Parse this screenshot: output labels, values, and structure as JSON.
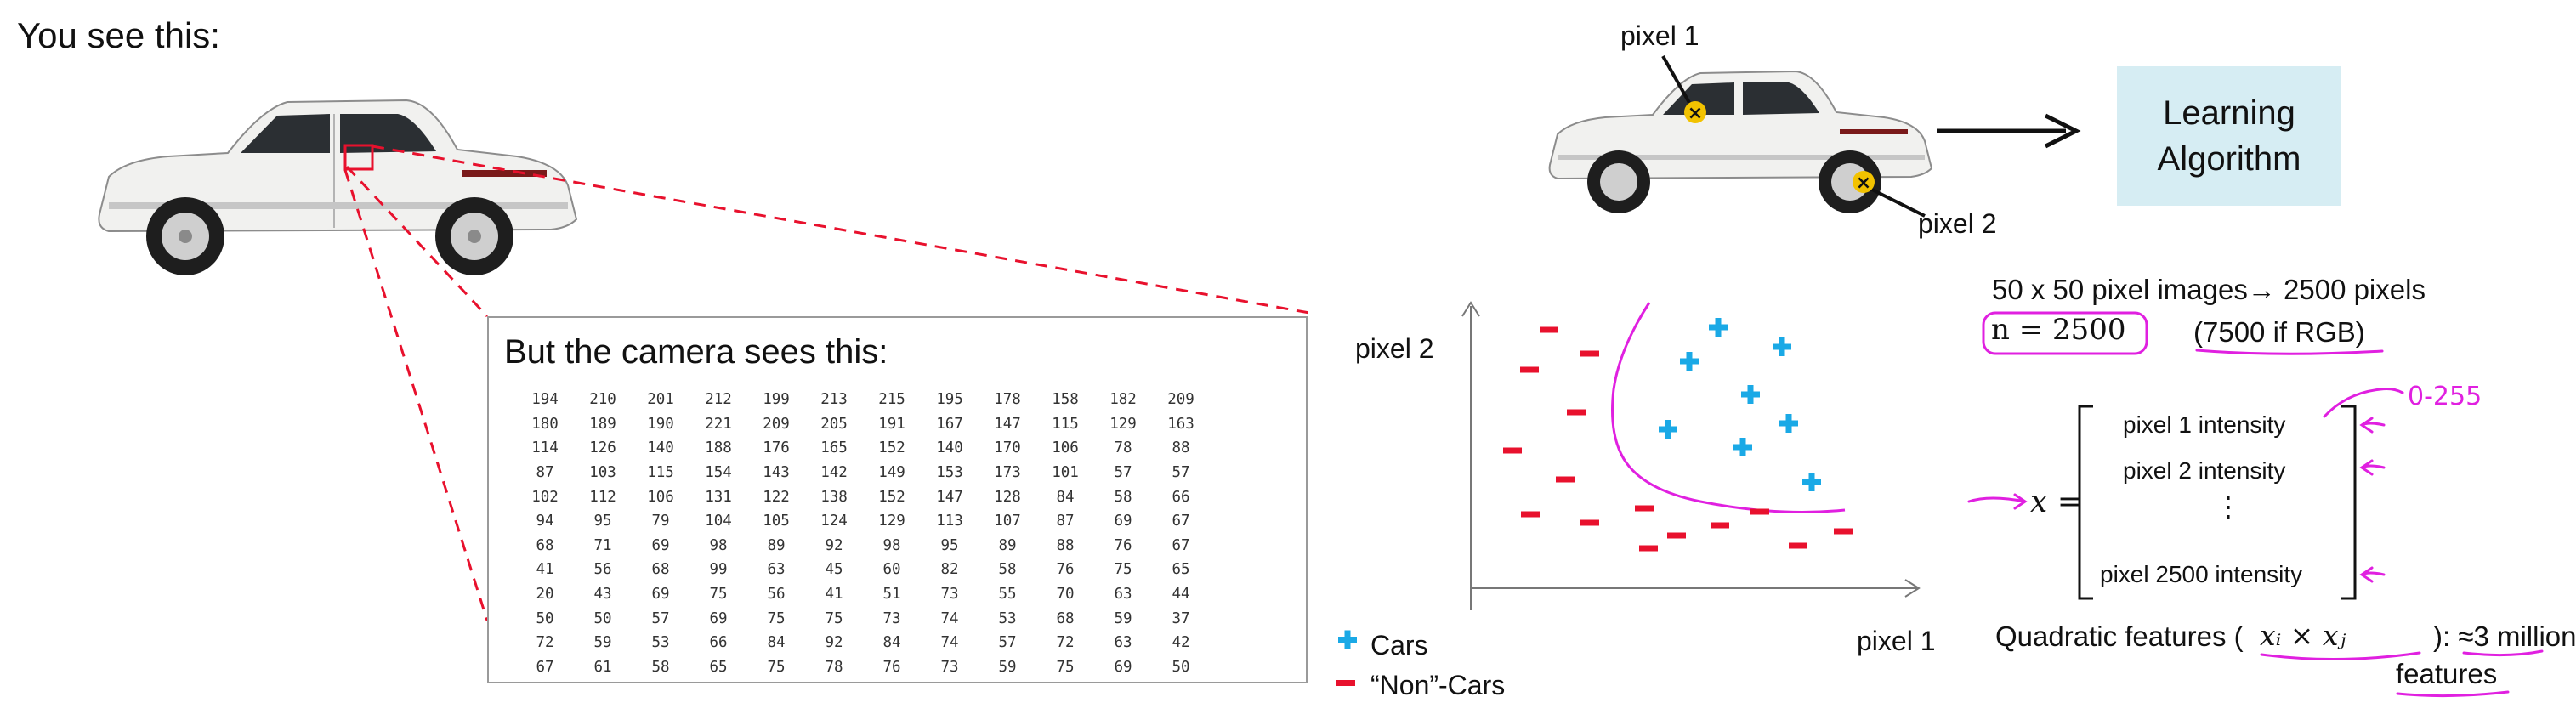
{
  "left": {
    "heading": "You see this:",
    "camera_title": "But the camera sees this:",
    "pixel_grid": [
      [
        194,
        210,
        201,
        212,
        199,
        213,
        215,
        195,
        178,
        158,
        182,
        209
      ],
      [
        180,
        189,
        190,
        221,
        209,
        205,
        191,
        167,
        147,
        115,
        129,
        163
      ],
      [
        114,
        126,
        140,
        188,
        176,
        165,
        152,
        140,
        170,
        106,
        78,
        88
      ],
      [
        87,
        103,
        115,
        154,
        143,
        142,
        149,
        153,
        173,
        101,
        57,
        57
      ],
      [
        102,
        112,
        106,
        131,
        122,
        138,
        152,
        147,
        128,
        84,
        58,
        66
      ],
      [
        94,
        95,
        79,
        104,
        105,
        124,
        129,
        113,
        107,
        87,
        69,
        67
      ],
      [
        68,
        71,
        69,
        98,
        89,
        92,
        98,
        95,
        89,
        88,
        76,
        67
      ],
      [
        41,
        56,
        68,
        99,
        63,
        45,
        60,
        82,
        58,
        76,
        75,
        65
      ],
      [
        20,
        43,
        69,
        75,
        56,
        41,
        51,
        73,
        55,
        70,
        63,
        44
      ],
      [
        50,
        50,
        57,
        69,
        75,
        75,
        73,
        74,
        53,
        68,
        59,
        37
      ],
      [
        72,
        59,
        53,
        66,
        84,
        92,
        84,
        74,
        57,
        72,
        63,
        42
      ],
      [
        67,
        61,
        58,
        65,
        75,
        78,
        76,
        73,
        59,
        75,
        69,
        50
      ]
    ]
  },
  "top_right": {
    "pixel1_label": "pixel 1",
    "pixel2_label": "pixel 2",
    "algorithm_box": "Learning\nAlgorithm"
  },
  "scatter": {
    "xlabel": "pixel 1",
    "ylabel": "pixel 2",
    "legend": {
      "cars": "Cars",
      "noncars": "“Non”-Cars"
    },
    "colors": {
      "cars": "#1aa9e6",
      "noncars": "#e8112d",
      "boundary": "#e020e0"
    }
  },
  "facts": {
    "pixels": "50 x 50 pixel images→ 2500 pixels",
    "n_equation": "n = 2500",
    "rgb": "(7500 if RGB)",
    "vector_label": "x =",
    "vector_entries": [
      "pixel 1 intensity",
      "pixel 2 intensity",
      "⋮",
      "pixel 2500 intensity"
    ],
    "quad_prefix": "Quadratic features (",
    "quad_math": "xᵢ × xⱼ",
    "quad_suffix_1": "): ≈3 million",
    "quad_suffix_2": "features",
    "range_annotation": "0-255"
  },
  "colors": {
    "annotation": "#e020e0",
    "algo_box": "#d6edf3",
    "zoom_line": "#e8112d"
  }
}
